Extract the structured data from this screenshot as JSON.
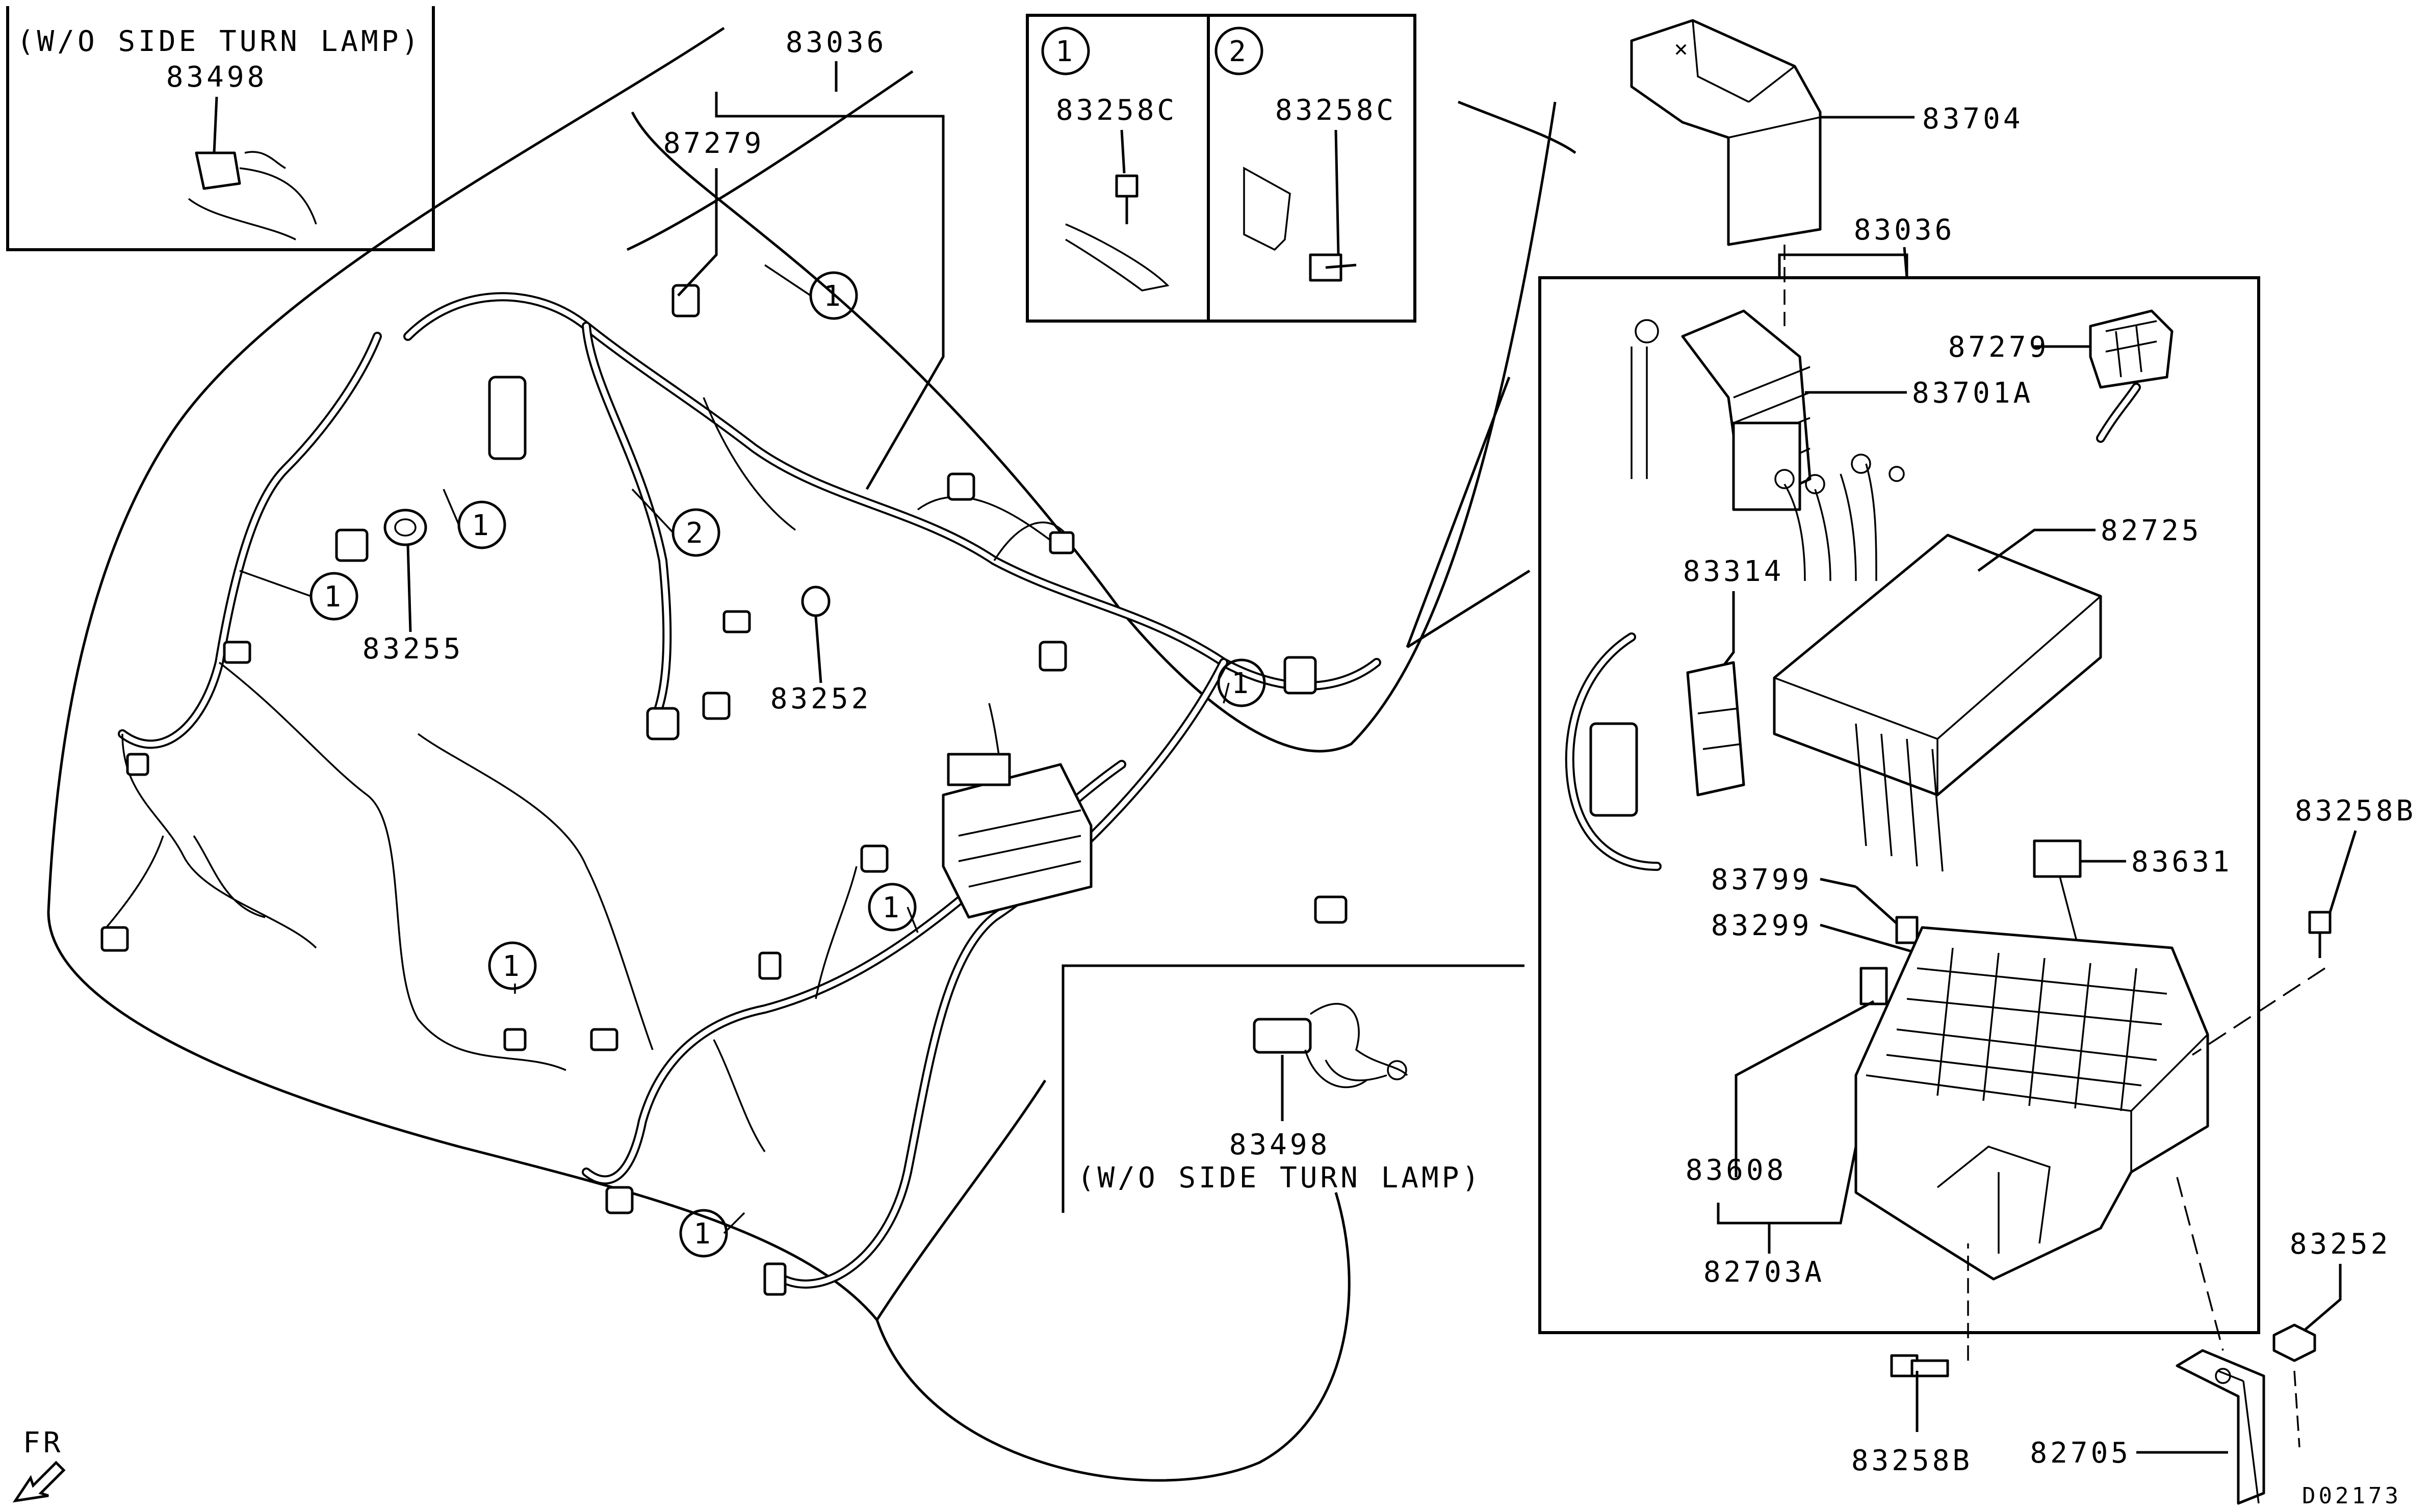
{
  "diagram_id": "D02173",
  "direction_label": "FR",
  "callout_numbers": [
    "1",
    "2"
  ],
  "inset_top_left": {
    "note": "(W/O SIDE TURN LAMP)",
    "part": "83498"
  },
  "inset_lower": {
    "part": "83498",
    "note": "(W/O SIDE TURN LAMP)"
  },
  "detail_box": {
    "panel_1": {
      "number": "1",
      "part": "83258C"
    },
    "panel_2": {
      "number": "2",
      "part": "83258C"
    }
  },
  "main_labels": {
    "harness": "83036",
    "connector": "87279",
    "grommet": "83255",
    "clip": "83252"
  },
  "right_labels": {
    "cover": "83704",
    "harness": "83036",
    "connector": "87279",
    "relay_block": "83701A",
    "lid": "82725",
    "bracket_part": "83314",
    "fuse_a": "83799",
    "fuse_b": "83299",
    "relay": "83631",
    "fuse_c": "83608",
    "junction_block": "82703A",
    "bolt_right": "83258B",
    "nut": "83252",
    "bolt_bottom": "83258B",
    "bracket": "82705"
  }
}
